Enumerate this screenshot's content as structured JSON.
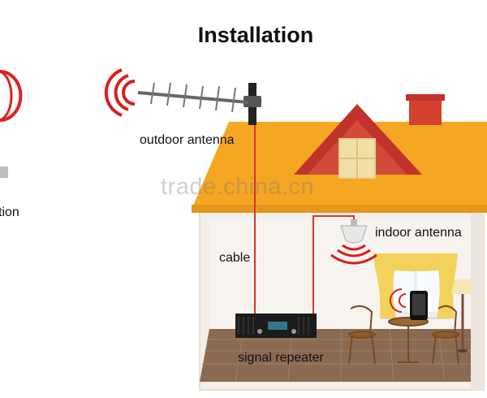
{
  "title": "Installation",
  "labels": {
    "outdoor_antenna": "outdoor antenna",
    "indoor_antenna": "indoor antenna",
    "cable": "cable",
    "signal_repeater": "signal repeater",
    "cropped_left": "tion"
  },
  "watermark": "trade.china.cn",
  "colors": {
    "roof": "#f5a623",
    "roof_gable": "#c0332b",
    "chimney": "#d4412e",
    "wall": "#f4efe9",
    "floor": "#8b6a52",
    "cable": "#e03030",
    "signal_waves": "#d62020",
    "repeater": "#1c1c1c",
    "curtain": "#f2d25a"
  },
  "icons": [
    "antenna-signal-waves-icon",
    "yagi-antenna-icon",
    "ceiling-antenna-icon",
    "mobile-phone-icon",
    "repeater-device-icon"
  ]
}
